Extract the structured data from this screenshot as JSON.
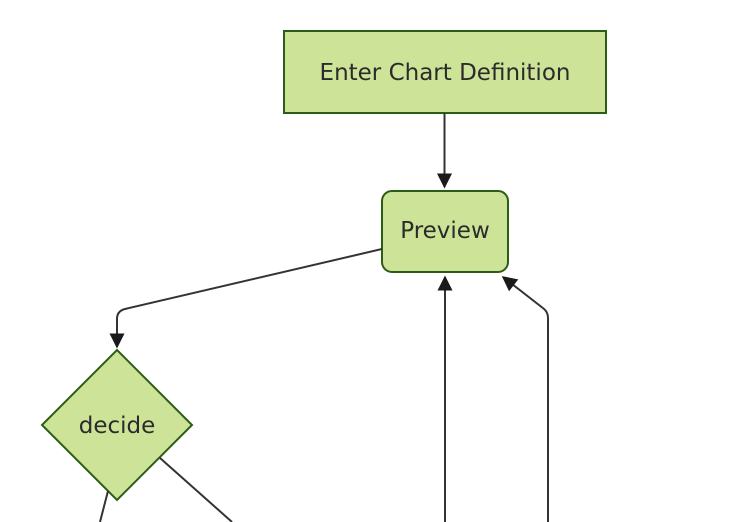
{
  "page": {
    "background": "#ffffff"
  },
  "diagram": {
    "type": "flowchart-top-down",
    "colors": {
      "node_fill": "#cde498",
      "node_border": "#2d5c16",
      "edge": "#333333",
      "arrowhead": "#1a1a1a",
      "text": "#2b2b2b"
    },
    "nodes": [
      {
        "id": "enter-chart-definition",
        "shape": "rectangle",
        "label": "Enter Chart Definition"
      },
      {
        "id": "preview",
        "shape": "rounded-rectangle",
        "label": "Preview"
      },
      {
        "id": "decide",
        "shape": "diamond",
        "label": "decide"
      }
    ],
    "edges": [
      {
        "id": "definition-to-preview",
        "from": "Enter Chart Definition",
        "to": "Preview",
        "style": "arrow"
      },
      {
        "id": "preview-to-decide",
        "from": "Preview",
        "to": "decide",
        "style": "arrow"
      },
      {
        "id": "bottom-to-preview",
        "from": "(off-screen below)",
        "to": "Preview",
        "style": "arrow"
      },
      {
        "id": "bottom-right-to-preview",
        "from": "(off-screen below)",
        "to": "Preview",
        "style": "arrow"
      },
      {
        "id": "decide-out-left",
        "from": "decide",
        "to": "(off-screen below)",
        "style": "line truncated at bottom edge"
      },
      {
        "id": "decide-out-right",
        "from": "decide",
        "to": "(off-screen below)",
        "style": "line truncated at bottom edge"
      }
    ]
  }
}
